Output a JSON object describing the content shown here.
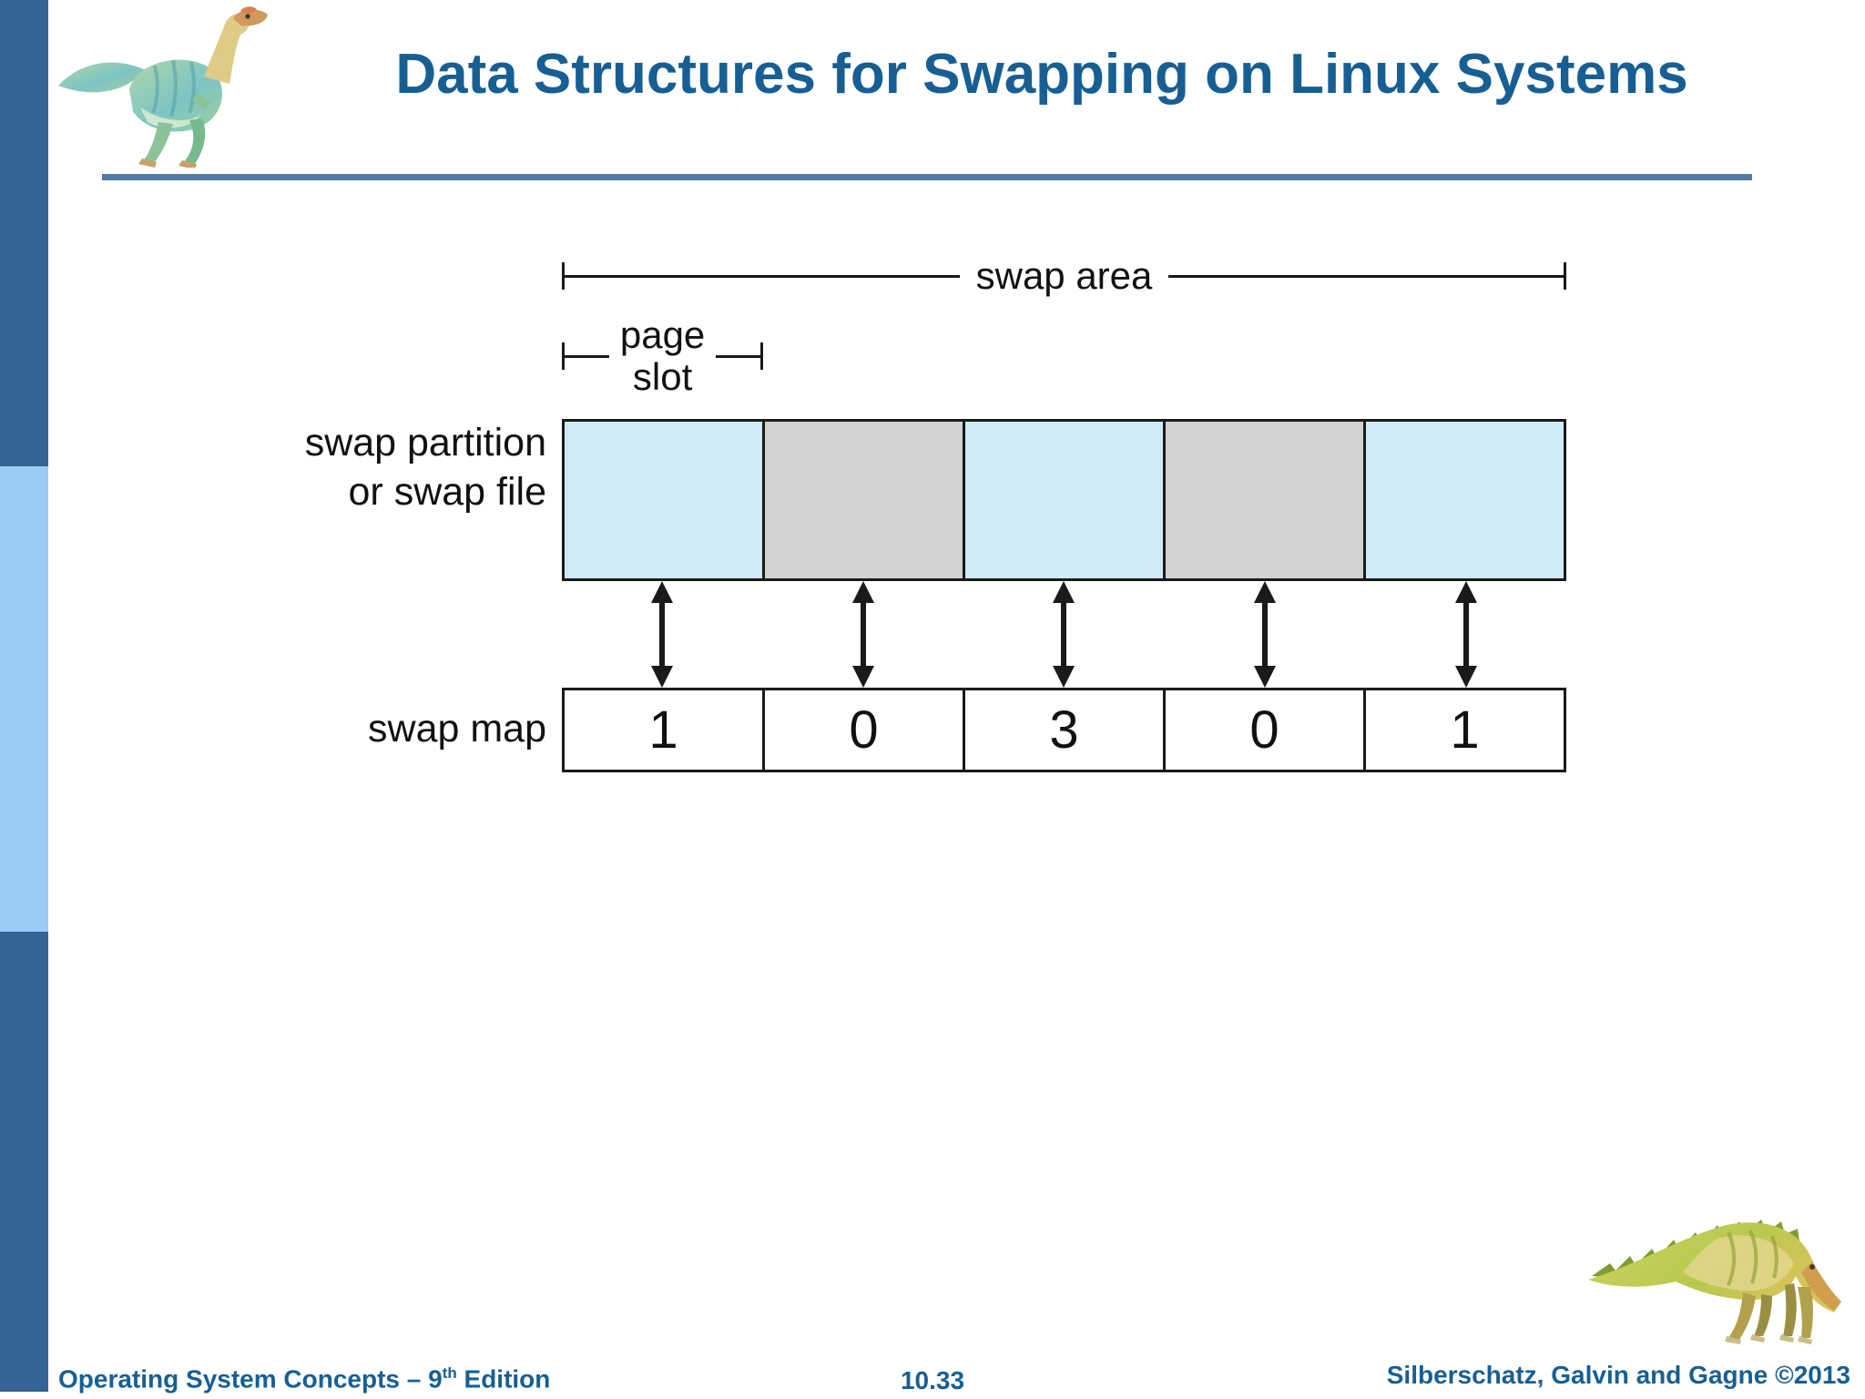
{
  "header": {
    "title": "Data Structures for Swapping on Linux Systems"
  },
  "diagram": {
    "swap_area_label": "swap area",
    "page_slot": {
      "line1": "page",
      "line2": "slot"
    },
    "partition_label": {
      "line1": "swap partition",
      "line2": "or swap file"
    },
    "map_label": "swap map",
    "slots": [
      {
        "state": "used",
        "fill": "#cfe9f6",
        "map_count": "1"
      },
      {
        "state": "free",
        "fill": "#d2d2d2",
        "map_count": "0"
      },
      {
        "state": "used",
        "fill": "#cfe9f6",
        "map_count": "3"
      },
      {
        "state": "free",
        "fill": "#d2d2d2",
        "map_count": "0"
      },
      {
        "state": "used",
        "fill": "#cfe9f6",
        "map_count": "1"
      }
    ]
  },
  "footer": {
    "left_text": "Operating System Concepts – 9",
    "left_superscript": "th",
    "left_text_after": " Edition",
    "page_number": "10.33",
    "right_text": "Silberschatz, Galvin and Gagne ©2013"
  },
  "colors": {
    "sidebar_dark_blue": "#346394",
    "sidebar_light_blue": "#9bcaf6",
    "title_blue": "#175f93",
    "header_rule_blue": "#4d7ca9",
    "slot_used_blue": "#cfe9f6",
    "slot_free_gray": "#d2d2d2",
    "line_black": "#1a1a1a"
  },
  "icons": {
    "top_left": "dinosaur-logo-icon",
    "bottom_right": "dinosaur-logo-icon",
    "between_rows": "double-arrow-icon"
  }
}
